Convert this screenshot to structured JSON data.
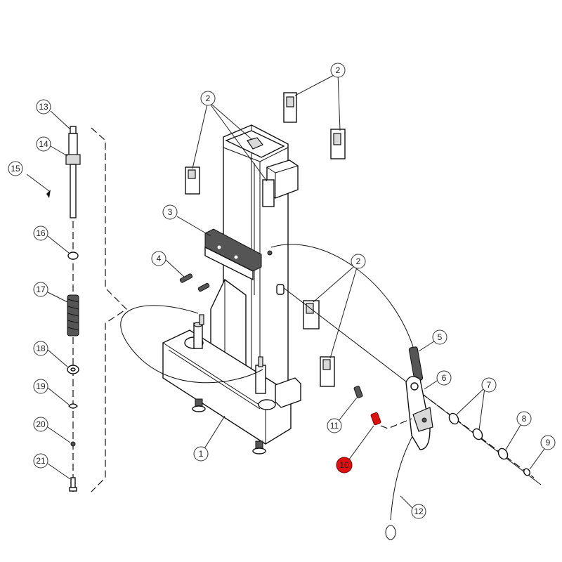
{
  "callouts": [
    {
      "id": "c13",
      "label": "13"
    },
    {
      "id": "c14",
      "label": "14"
    },
    {
      "id": "c15",
      "label": "15"
    },
    {
      "id": "c16",
      "label": "16"
    },
    {
      "id": "c17",
      "label": "17"
    },
    {
      "id": "c18",
      "label": "18"
    },
    {
      "id": "c19",
      "label": "19"
    },
    {
      "id": "c20",
      "label": "20"
    },
    {
      "id": "c21",
      "label": "21"
    },
    {
      "id": "c2a",
      "label": "2"
    },
    {
      "id": "c2b",
      "label": "2"
    },
    {
      "id": "c2c",
      "label": "2"
    },
    {
      "id": "c3",
      "label": "3"
    },
    {
      "id": "c4",
      "label": "4"
    },
    {
      "id": "c5",
      "label": "5"
    },
    {
      "id": "c6",
      "label": "6"
    },
    {
      "id": "c7",
      "label": "7"
    },
    {
      "id": "c8",
      "label": "8"
    },
    {
      "id": "c9",
      "label": "9"
    },
    {
      "id": "c11",
      "label": "11"
    },
    {
      "id": "c12",
      "label": "12"
    },
    {
      "id": "c1",
      "label": "1"
    },
    {
      "id": "c10",
      "label": "10"
    }
  ],
  "colors": {
    "highlight": "#e01010",
    "line": "#111111",
    "background": "#ffffff"
  }
}
